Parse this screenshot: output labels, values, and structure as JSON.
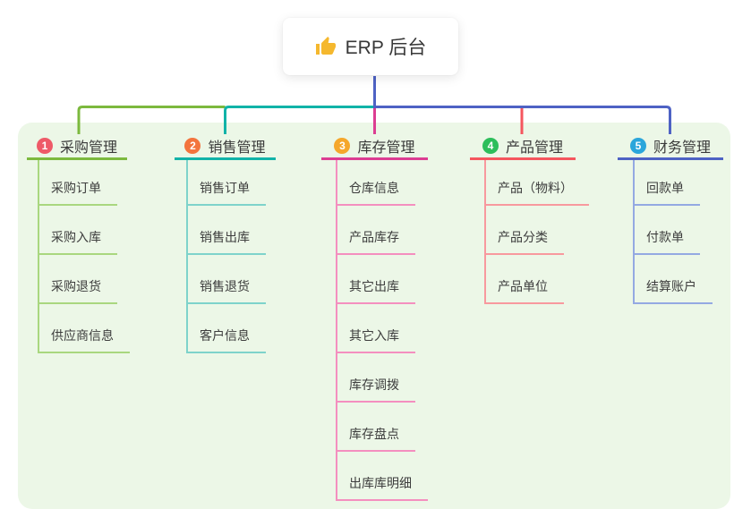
{
  "root": {
    "icon": "👍",
    "label": "ERP 后台"
  },
  "branches": [
    {
      "num": "1",
      "label": "采购管理",
      "line_color": "#7CB93E",
      "child_line_color": "#A9D77F",
      "badge_color": "#EE5A68",
      "children": [
        "采购订单",
        "采购入库",
        "采购退货",
        "供应商信息"
      ]
    },
    {
      "num": "2",
      "label": "销售管理",
      "line_color": "#11B3A8",
      "child_line_color": "#7ED3CB",
      "badge_color": "#F3743D",
      "children": [
        "销售订单",
        "销售出库",
        "销售退货",
        "客户信息"
      ]
    },
    {
      "num": "3",
      "label": "库存管理",
      "line_color": "#DC3D92",
      "child_line_color": "#F48FBF",
      "badge_color": "#F5A72B",
      "children": [
        "仓库信息",
        "产品库存",
        "其它出库",
        "其它入库",
        "库存调拨",
        "库存盘点",
        "出库库明细"
      ]
    },
    {
      "num": "4",
      "label": "产品管理",
      "line_color": "#F5565E",
      "child_line_color": "#F8999E",
      "badge_color": "#2DBE5B",
      "children": [
        "产品（物料）",
        "产品分类",
        "产品单位"
      ]
    },
    {
      "num": "5",
      "label": "财务管理",
      "line_color": "#4E62C4",
      "child_line_color": "#94A9E2",
      "badge_color": "#2BA6DB",
      "children": [
        "回款单",
        "付款单",
        "结算账户"
      ]
    }
  ],
  "colors": {
    "panel_background": "#ECF7E7",
    "root_connector": "#4E62C4",
    "thumb_icon": "#F5B82E"
  }
}
